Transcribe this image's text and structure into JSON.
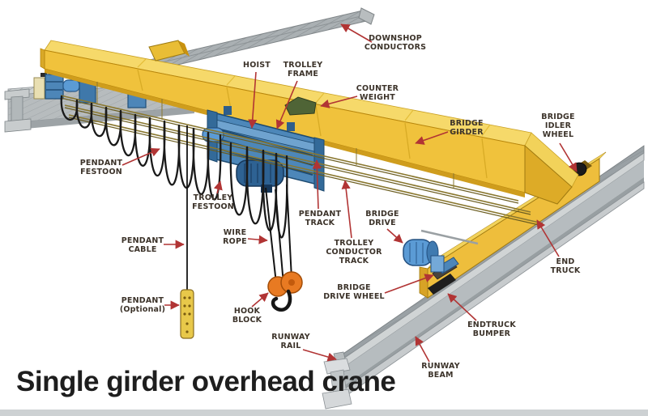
{
  "title": "Single girder overhead crane",
  "labels": [
    {
      "id": "downshop-conductors",
      "text": "DOWNSHOP\nCONDUCTORS"
    },
    {
      "id": "hoist",
      "text": "HOIST"
    },
    {
      "id": "trolley-frame",
      "text": "TROLLEY\nFRAME"
    },
    {
      "id": "counter-weight",
      "text": "COUNTER\nWEIGHT"
    },
    {
      "id": "bridge-girder",
      "text": "BRIDGE\nGIRDER"
    },
    {
      "id": "bridge-idler-wheel",
      "text": "BRIDGE\nIDLER\nWHEEL"
    },
    {
      "id": "pendant-festoon",
      "text": "PENDANT\nFESTOON"
    },
    {
      "id": "trolley-festoon",
      "text": "TROLLEY\nFESTOON"
    },
    {
      "id": "pendant-cable",
      "text": "PENDANT\nCABLE"
    },
    {
      "id": "pendant-optional",
      "text": "PENDANT\n(Optional)"
    },
    {
      "id": "wire-rope",
      "text": "WIRE\nROPE"
    },
    {
      "id": "hook-block",
      "text": "HOOK\nBLOCK"
    },
    {
      "id": "pendant-track",
      "text": "PENDANT\nTRACK"
    },
    {
      "id": "trolley-conductor-track",
      "text": "TROLLEY\nCONDUCTOR\nTRACK"
    },
    {
      "id": "bridge-drive",
      "text": "BRIDGE\nDRIVE"
    },
    {
      "id": "bridge-drive-wheel",
      "text": "BRIDGE\nDRIVE WHEEL"
    },
    {
      "id": "end-truck",
      "text": "END\nTRUCK"
    },
    {
      "id": "endtruck-bumper",
      "text": "ENDTRUCK\nBUMPER"
    },
    {
      "id": "runway-rail",
      "text": "RUNWAY\nRAIL"
    },
    {
      "id": "runway-beam",
      "text": "RUNWAY\nBEAM"
    }
  ],
  "colors": {
    "arrow": "#b13434",
    "label_text": "#3c332a",
    "title_text": "#1e1e1e",
    "girder_yellow": "#f0c23c",
    "girder_top_yellow": "#f6d96a",
    "trolley_blue": "#4d87b9",
    "motor_blue": "#5b9bd5",
    "hook_orange": "#e87a22",
    "runway_gray": "#b6bcbf",
    "festoon_black": "#1a1a1a",
    "counterweight_green": "#4f6436"
  }
}
